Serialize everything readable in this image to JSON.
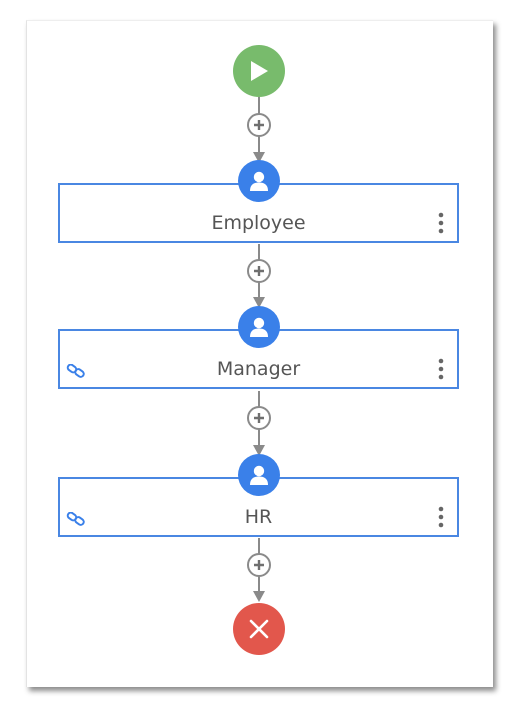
{
  "colors": {
    "start": "#78bb6c",
    "end": "#e2574c",
    "step_border": "#4a87e2",
    "avatar": "#3a80e9",
    "connector": "#8a8a8a",
    "label": "#555555"
  },
  "workflow": {
    "start": {
      "icon": "play-icon"
    },
    "end": {
      "icon": "close-icon"
    },
    "steps": [
      {
        "label": "Employee",
        "icon": "user-icon",
        "linked": false
      },
      {
        "label": "Manager",
        "icon": "user-icon",
        "linked": true
      },
      {
        "label": "HR",
        "icon": "user-icon",
        "linked": true
      }
    ],
    "add_icon": "plus-icon",
    "menu_icon": "more-vertical-icon",
    "link_icon": "link-icon"
  }
}
